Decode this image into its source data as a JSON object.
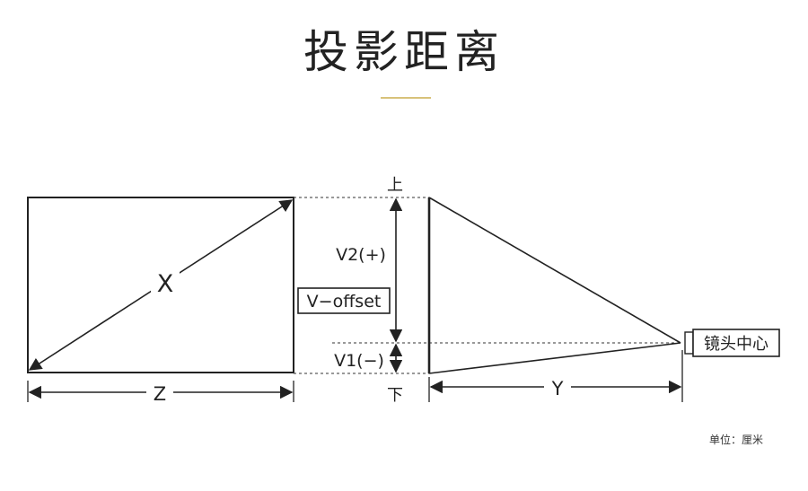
{
  "title": "投影距离",
  "colors": {
    "accent": "#d8c27a",
    "ink": "#222222"
  },
  "labels": {
    "x": "X",
    "z": "Z",
    "y": "Y",
    "v2": "V2(+)",
    "v1": "V1(−)",
    "v_offset": "V−offset",
    "up": "上",
    "down": "下",
    "lens_center": "镜头中心"
  },
  "unit_note": "单位：厘米"
}
